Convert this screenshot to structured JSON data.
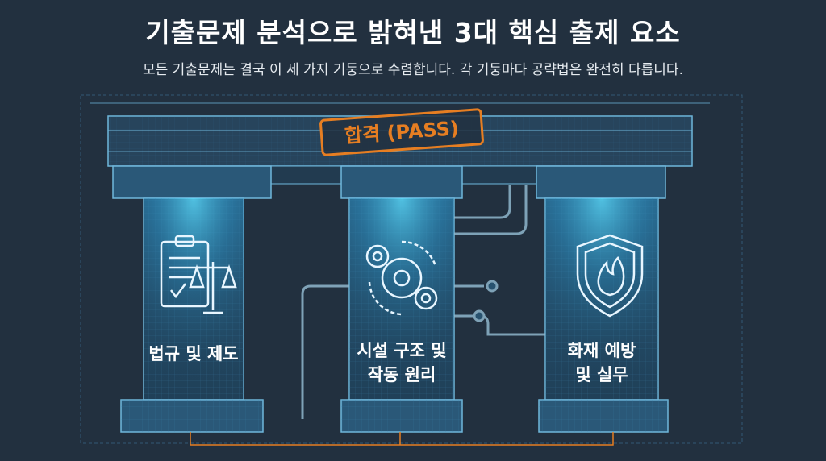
{
  "title": "기출문제 분석으로 밝혀낸 3대 핵심 출제 요소",
  "subtitle": "모든 기출문제는 결국 이 세 가지 기둥으로 수렴합니다. 각 기둥마다 공략법은 완전히 다릅니다.",
  "stamp": "합격 (PASS)",
  "pillars": [
    {
      "label_line1": "법규 및 제도",
      "label_line2": "",
      "icon": "law-scale-clipboard-icon"
    },
    {
      "label_line1": "시설 구조 및",
      "label_line2": "작동 원리",
      "icon": "gears-icon"
    },
    {
      "label_line1": "화재 예방",
      "label_line2": "및 실무",
      "icon": "fire-shield-icon"
    }
  ],
  "colors": {
    "background": "#22303f",
    "line": "#3fa9d6",
    "glow": "#4fd3f0",
    "stamp": "#e67e22",
    "arrow": "#e67e22"
  }
}
